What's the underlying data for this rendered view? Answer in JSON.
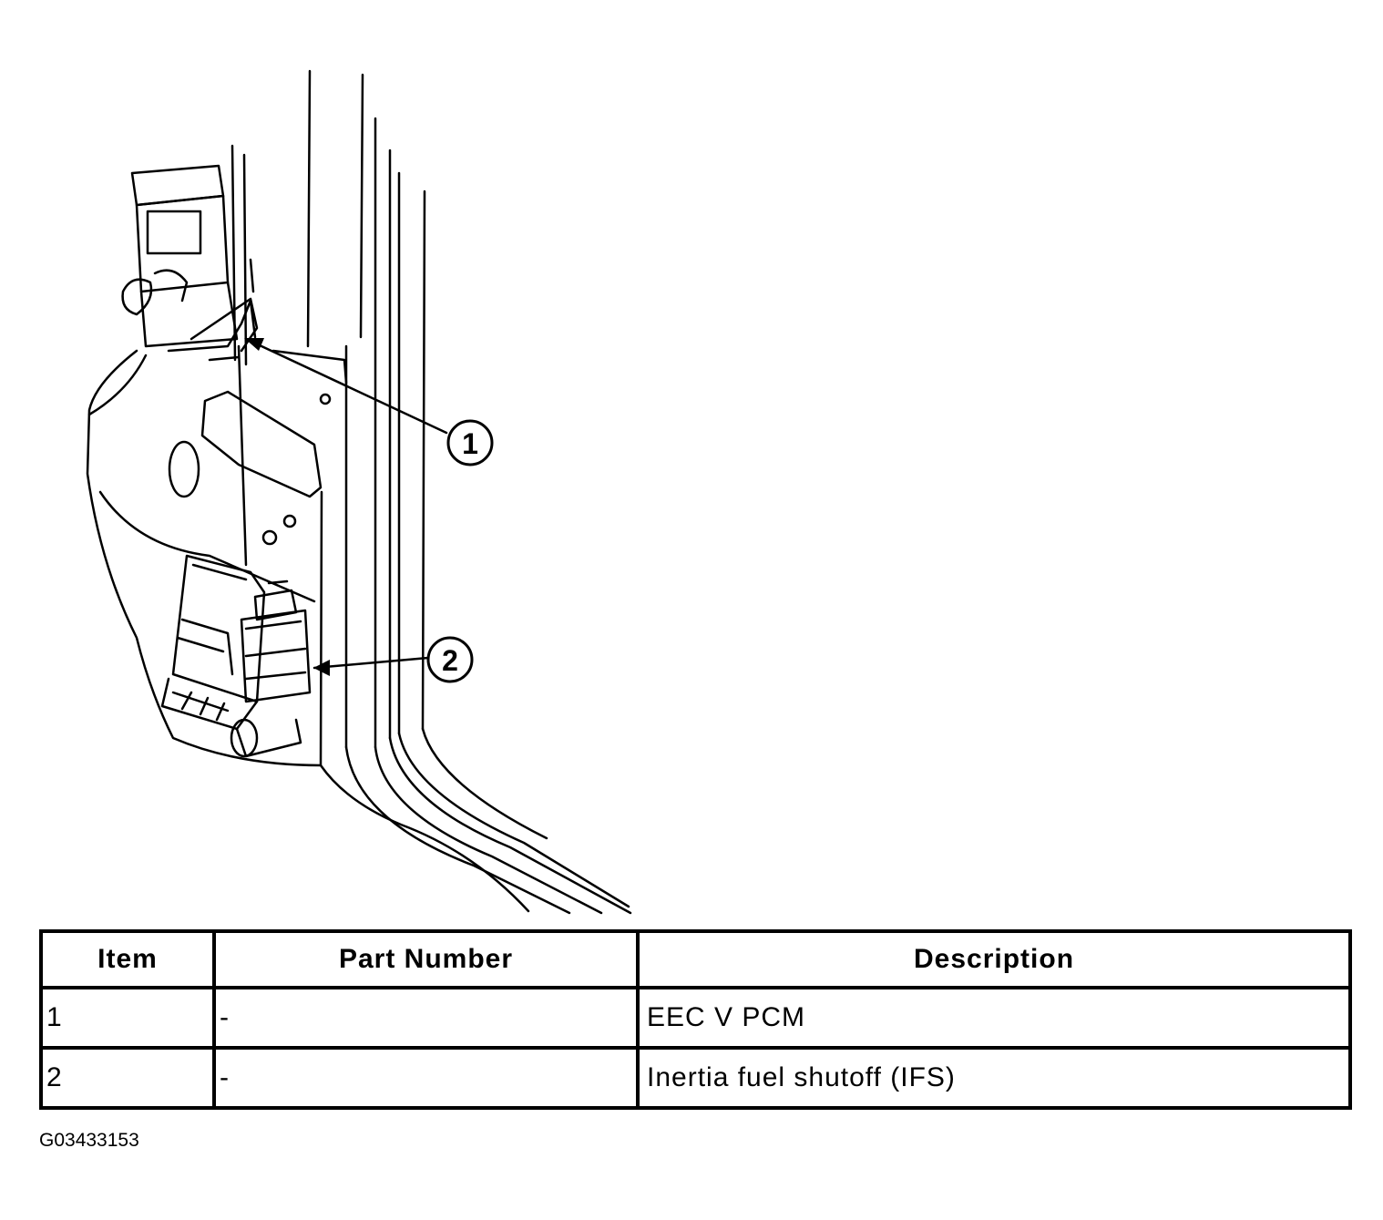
{
  "callouts": [
    "1",
    "2"
  ],
  "table": {
    "headers": [
      "Item",
      "Part Number",
      "Description"
    ],
    "rows": [
      {
        "item": "1",
        "part_number": "-",
        "description": "EEC V PCM"
      },
      {
        "item": "2",
        "part_number": "-",
        "description": "Inertia fuel shutoff (IFS)"
      }
    ]
  },
  "figure_code": "G03433153"
}
